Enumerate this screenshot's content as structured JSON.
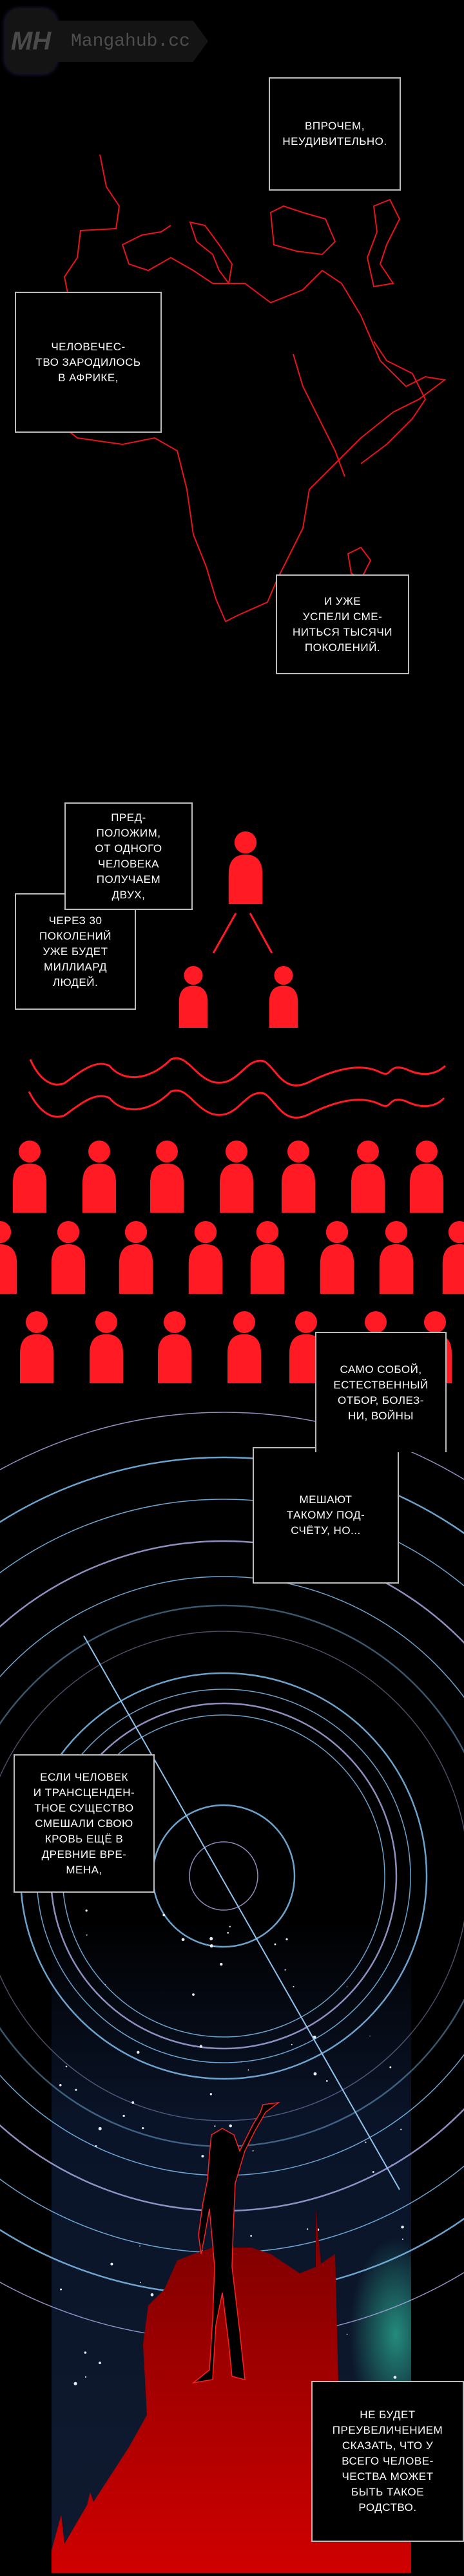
{
  "watermark": {
    "logo": "MH",
    "site": "Mangahub.cc"
  },
  "captions": {
    "c1": "Впрочем,\nнеудивительно.",
    "c2": "Человечес-\nтво зародилось\nв Африке,",
    "c3": "И уже\nуспели сме-\nниться тысячи\nпоколений.",
    "c4": "Пред-\nположим,\nот одного\nчеловека\nполучаем\nдвух,",
    "c5": "Через 30\nпоколений\nуже будет\nмиллиард\nлюдей.",
    "c6": "Само собой,\nестественный\nотбор, болез-\nни, войны",
    "c7": "Мешают\nтакому под-\nсчёту, но...",
    "c8": "Если человек\nи трансценден-\nтное существо\nсмешали свою\nкровь ещё в\nдревние вре-\nмена,",
    "c9": "Не будет\nпреувеличением\nсказать, что у\nвсего челове-\nчества может\nбыть такое\nродство."
  },
  "colors": {
    "figure": "#ff1a24",
    "map": "#e8141c",
    "ring": "#7fb8e8",
    "mountain": "#b00000"
  }
}
